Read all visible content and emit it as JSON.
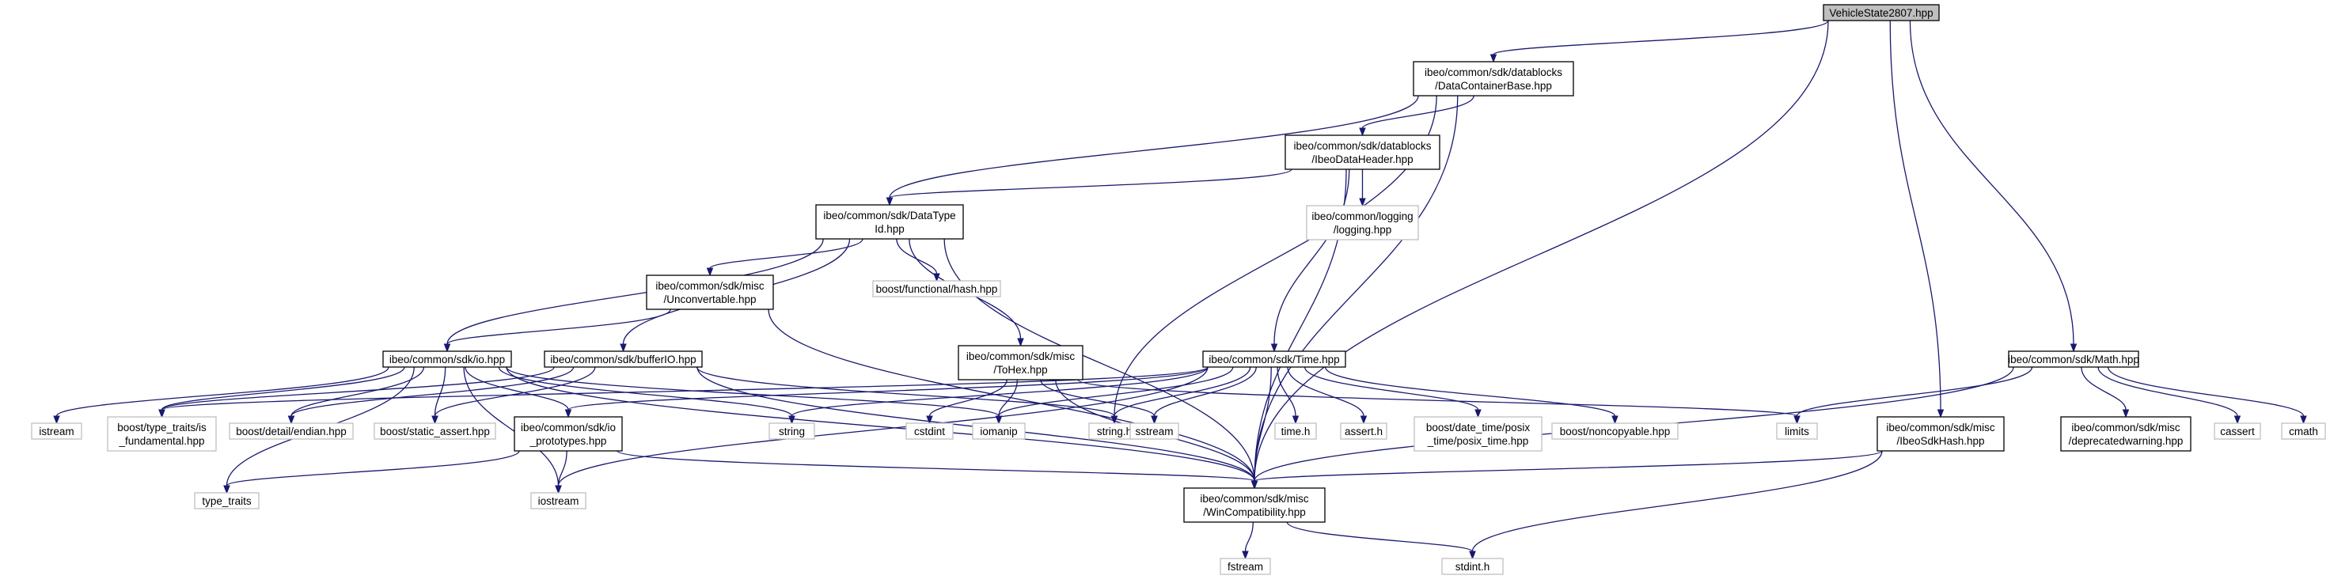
{
  "nodes": [
    {
      "id": "vs",
      "lines": [
        "VehicleState2807.hpp"
      ],
      "kind": "root"
    },
    {
      "id": "dcb",
      "lines": [
        "ibeo/common/sdk/datablocks",
        "/DataContainerBase.hpp"
      ],
      "kind": "doc"
    },
    {
      "id": "idh",
      "lines": [
        "ibeo/common/sdk/datablocks",
        "/IbeoDataHeader.hpp"
      ],
      "kind": "doc"
    },
    {
      "id": "log",
      "lines": [
        "ibeo/common/logging",
        "/logging.hpp"
      ],
      "kind": "ext"
    },
    {
      "id": "dtid",
      "lines": [
        "ibeo/common/sdk/DataType",
        "Id.hpp"
      ],
      "kind": "doc"
    },
    {
      "id": "unconv",
      "lines": [
        "ibeo/common/sdk/misc",
        "/Unconvertable.hpp"
      ],
      "kind": "doc"
    },
    {
      "id": "hash",
      "lines": [
        "boost/functional/hash.hpp"
      ],
      "kind": "ext"
    },
    {
      "id": "iohpp",
      "lines": [
        "ibeo/common/sdk/io.hpp"
      ],
      "kind": "doc"
    },
    {
      "id": "bufio",
      "lines": [
        "ibeo/common/sdk/bufferIO.hpp"
      ],
      "kind": "doc"
    },
    {
      "id": "tohex",
      "lines": [
        "ibeo/common/sdk/misc",
        "/ToHex.hpp"
      ],
      "kind": "doc"
    },
    {
      "id": "time",
      "lines": [
        "ibeo/common/sdk/Time.hpp"
      ],
      "kind": "doc"
    },
    {
      "id": "math",
      "lines": [
        "ibeo/common/sdk/Math.hpp"
      ],
      "kind": "doc"
    },
    {
      "id": "istream",
      "lines": [
        "istream"
      ],
      "kind": "ext"
    },
    {
      "id": "tfund",
      "lines": [
        "boost/type_traits/is",
        "_fundamental.hpp"
      ],
      "kind": "ext"
    },
    {
      "id": "endian",
      "lines": [
        "boost/detail/endian.hpp"
      ],
      "kind": "ext"
    },
    {
      "id": "sassert",
      "lines": [
        "boost/static_assert.hpp"
      ],
      "kind": "ext"
    },
    {
      "id": "iop",
      "lines": [
        "ibeo/common/sdk/io",
        "_prototypes.hpp"
      ],
      "kind": "doc"
    },
    {
      "id": "string",
      "lines": [
        "string"
      ],
      "kind": "ext"
    },
    {
      "id": "cstdint",
      "lines": [
        "cstdint"
      ],
      "kind": "ext"
    },
    {
      "id": "iomanip",
      "lines": [
        "iomanip"
      ],
      "kind": "ext"
    },
    {
      "id": "stringh",
      "lines": [
        "string.h"
      ],
      "kind": "ext"
    },
    {
      "id": "sstream",
      "lines": [
        "sstream"
      ],
      "kind": "ext"
    },
    {
      "id": "timeh",
      "lines": [
        "time.h"
      ],
      "kind": "ext"
    },
    {
      "id": "asserth",
      "lines": [
        "assert.h"
      ],
      "kind": "ext"
    },
    {
      "id": "posix",
      "lines": [
        "boost/date_time/posix",
        "_time/posix_time.hpp"
      ],
      "kind": "ext"
    },
    {
      "id": "noncopy",
      "lines": [
        "boost/noncopyable.hpp"
      ],
      "kind": "ext"
    },
    {
      "id": "limits",
      "lines": [
        "limits"
      ],
      "kind": "ext"
    },
    {
      "id": "sdkhash",
      "lines": [
        "ibeo/common/sdk/misc",
        "/IbeoSdkHash.hpp"
      ],
      "kind": "doc"
    },
    {
      "id": "depw",
      "lines": [
        "ibeo/common/sdk/misc",
        "/deprecatedwarning.hpp"
      ],
      "kind": "doc"
    },
    {
      "id": "cassert",
      "lines": [
        "cassert"
      ],
      "kind": "ext"
    },
    {
      "id": "cmath",
      "lines": [
        "cmath"
      ],
      "kind": "ext"
    },
    {
      "id": "ttraits",
      "lines": [
        "type_traits"
      ],
      "kind": "ext"
    },
    {
      "id": "iostream",
      "lines": [
        "iostream"
      ],
      "kind": "ext"
    },
    {
      "id": "wincomp",
      "lines": [
        "ibeo/common/sdk/misc",
        "/WinCompatibility.hpp"
      ],
      "kind": "doc"
    },
    {
      "id": "fstream",
      "lines": [
        "fstream"
      ],
      "kind": "ext"
    },
    {
      "id": "stdinth",
      "lines": [
        "stdint.h"
      ],
      "kind": "ext"
    }
  ],
  "edges": [
    [
      "vs",
      "dcb"
    ],
    [
      "vs",
      "math"
    ],
    [
      "vs",
      "sdkhash"
    ],
    [
      "vs",
      "wincomp"
    ],
    [
      "dcb",
      "idh"
    ],
    [
      "dcb",
      "dtid"
    ],
    [
      "dcb",
      "stringh"
    ],
    [
      "dcb",
      "wincomp"
    ],
    [
      "idh",
      "log"
    ],
    [
      "idh",
      "dtid"
    ],
    [
      "idh",
      "time"
    ],
    [
      "idh",
      "wincomp"
    ],
    [
      "dtid",
      "unconv"
    ],
    [
      "dtid",
      "hash"
    ],
    [
      "dtid",
      "iohpp"
    ],
    [
      "dtid",
      "bufio"
    ],
    [
      "dtid",
      "tohex"
    ],
    [
      "dtid",
      "wincomp"
    ],
    [
      "unconv",
      "iohpp"
    ],
    [
      "unconv",
      "wincomp"
    ],
    [
      "iohpp",
      "istream"
    ],
    [
      "iohpp",
      "tfund"
    ],
    [
      "iohpp",
      "endian"
    ],
    [
      "iohpp",
      "sassert"
    ],
    [
      "iohpp",
      "iop"
    ],
    [
      "iohpp",
      "string"
    ],
    [
      "iohpp",
      "iomanip"
    ],
    [
      "iohpp",
      "wincomp"
    ],
    [
      "iohpp",
      "ttraits"
    ],
    [
      "iohpp",
      "iostream"
    ],
    [
      "bufio",
      "tfund"
    ],
    [
      "bufio",
      "endian"
    ],
    [
      "bufio",
      "sassert"
    ],
    [
      "bufio",
      "stringh"
    ],
    [
      "bufio",
      "wincomp"
    ],
    [
      "tohex",
      "cstdint"
    ],
    [
      "tohex",
      "iomanip"
    ],
    [
      "tohex",
      "sstream"
    ],
    [
      "tohex",
      "limits"
    ],
    [
      "tohex",
      "wincomp"
    ],
    [
      "time",
      "iop"
    ],
    [
      "time",
      "string"
    ],
    [
      "time",
      "iomanip"
    ],
    [
      "time",
      "stringh"
    ],
    [
      "time",
      "sstream"
    ],
    [
      "time",
      "timeh"
    ],
    [
      "time",
      "asserth"
    ],
    [
      "time",
      "posix"
    ],
    [
      "time",
      "noncopy"
    ],
    [
      "time",
      "iostream"
    ],
    [
      "time",
      "wincomp"
    ],
    [
      "time",
      "tfund"
    ],
    [
      "iop",
      "ttraits"
    ],
    [
      "iop",
      "iostream"
    ],
    [
      "iop",
      "wincomp"
    ],
    [
      "math",
      "limits"
    ],
    [
      "math",
      "depw"
    ],
    [
      "math",
      "cassert"
    ],
    [
      "math",
      "cmath"
    ],
    [
      "math",
      "wincomp"
    ],
    [
      "sdkhash",
      "wincomp"
    ],
    [
      "sdkhash",
      "stdinth"
    ],
    [
      "wincomp",
      "fstream"
    ],
    [
      "wincomp",
      "stdinth"
    ]
  ]
}
